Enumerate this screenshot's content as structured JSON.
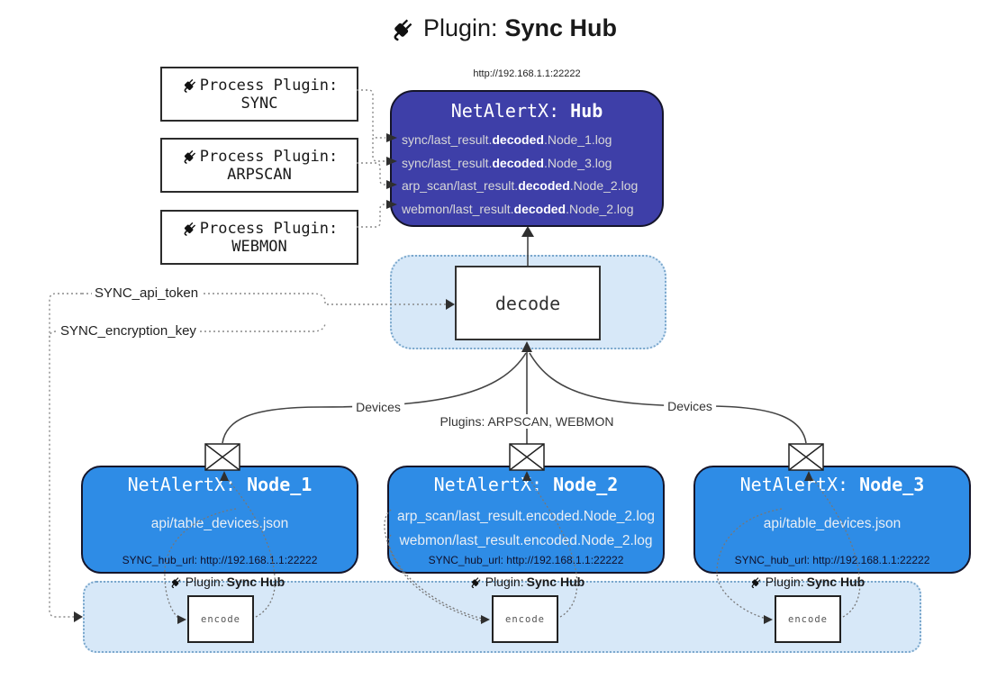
{
  "title": {
    "prefix": "Plugin:",
    "bold": "Sync Hub"
  },
  "hub": {
    "url": "http://192.168.1.1:22222",
    "title_pre": "NetAlertX: ",
    "title_bold": "Hub",
    "lines": [
      {
        "pre": "sync/last_result.",
        "bold": "decoded",
        "post": ".Node_1.log"
      },
      {
        "pre": "sync/last_result.",
        "bold": "decoded",
        "post": ".Node_3.log"
      },
      {
        "pre": "arp_scan/last_result.",
        "bold": "decoded",
        "post": ".Node_2.log"
      },
      {
        "pre": "webmon/last_result.",
        "bold": "decoded",
        "post": ".Node_2.log"
      }
    ]
  },
  "process_plugins": [
    {
      "label": "Process Plugin:",
      "name": "SYNC"
    },
    {
      "label": "Process Plugin:",
      "name": "ARPSCAN"
    },
    {
      "label": "Process Plugin:",
      "name": "WEBMON"
    }
  ],
  "decode": {
    "label": "decode"
  },
  "settings": {
    "api_token": "SYNC_api_token",
    "encryption_key": "SYNC_encryption_key"
  },
  "edges": {
    "devices_left": "Devices",
    "devices_right": "Devices",
    "plugins": "Plugins: ARPSCAN, WEBMON"
  },
  "nodes": [
    {
      "title_pre": "NetAlertX: ",
      "title_bold": "Node_1",
      "lines": [
        "api/table_devices.json"
      ],
      "footer": "SYNC_hub_url: http://192.168.1.1:22222"
    },
    {
      "title_pre": "NetAlertX: ",
      "title_bold": "Node_2",
      "lines": [
        "arp_scan/last_result.encoded.Node_2.log",
        "webmon/last_result.encoded.Node_2.log"
      ],
      "footer": "SYNC_hub_url: http://192.168.1.1:22222"
    },
    {
      "title_pre": "NetAlertX: ",
      "title_bold": "Node_3",
      "lines": [
        "api/table_devices.json"
      ],
      "footer": "SYNC_hub_url: http://192.168.1.1:22222"
    }
  ],
  "band": {
    "label_prefix": "Plugin:",
    "label_bold": "Sync Hub",
    "encode_label": "encode"
  },
  "icons": {
    "plug": "plug-icon",
    "envelope": "envelope-icon"
  },
  "colors": {
    "hub_fill": "#3e3fa8",
    "node_fill": "#2e8ce6",
    "zone_fill": "#d7e8f8",
    "zone_border": "#7aa7cc",
    "line": "#444444",
    "dotted": "#8a8a8a"
  }
}
